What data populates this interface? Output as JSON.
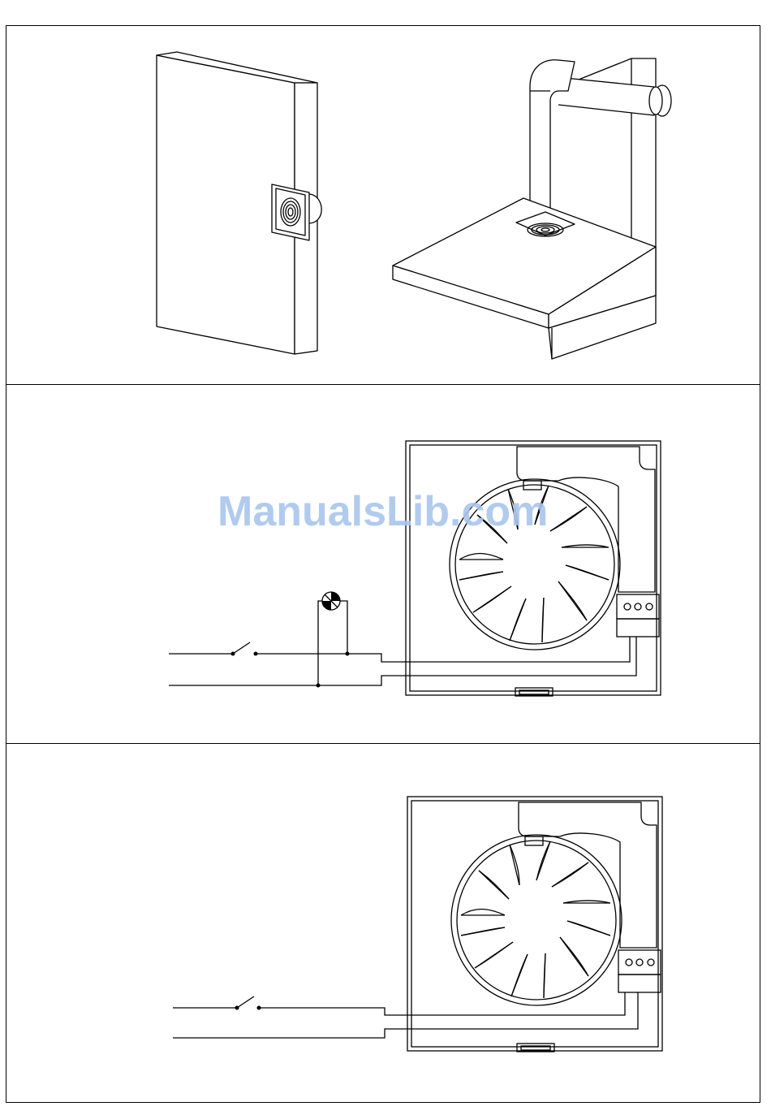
{
  "watermark": {
    "text": "ManualsLib.com"
  },
  "panels": [
    {
      "id": "mounting",
      "variants": [
        "wall-mount",
        "ceiling-mount"
      ]
    },
    {
      "id": "wiring-with-lamp"
    },
    {
      "id": "wiring-switch-only"
    }
  ],
  "colors": {
    "line": "#000000",
    "background": "#ffffff",
    "watermark": "#a9c6ee"
  }
}
